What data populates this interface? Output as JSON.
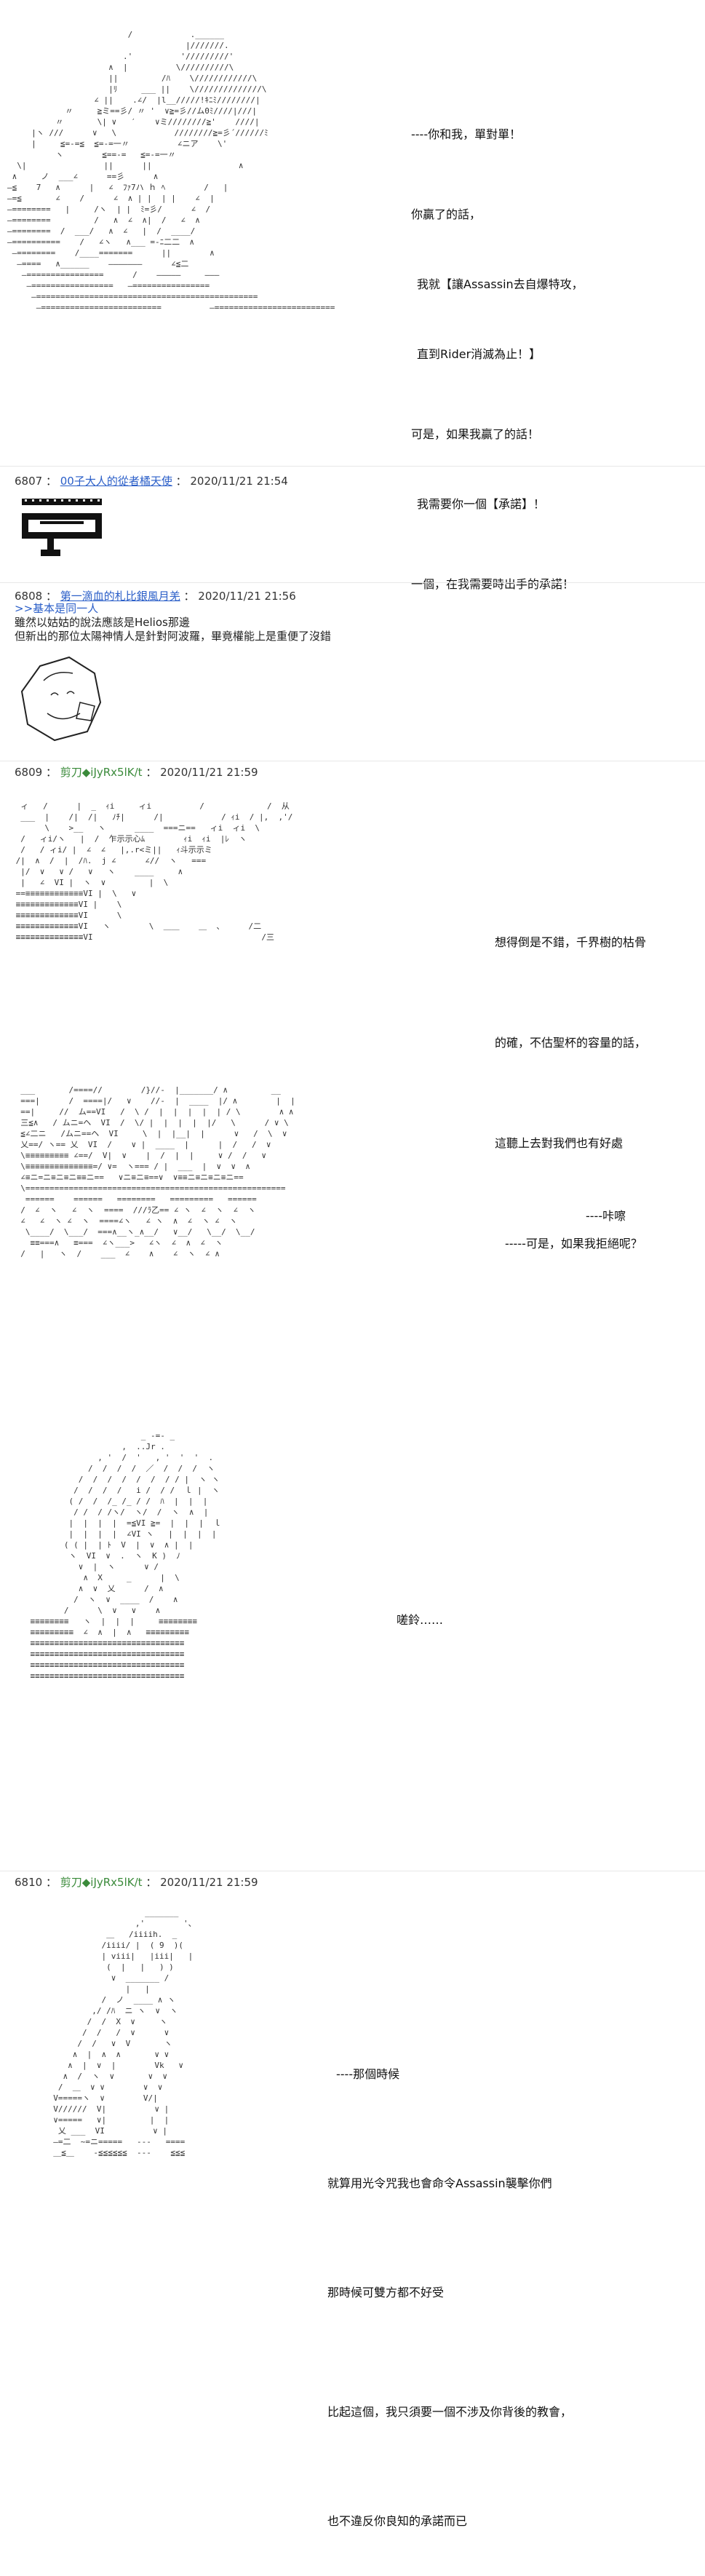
{
  "page1": {
    "dialog": [
      "----你和我，單對單！",
      "你贏了的話，",
      "我就【讓Assassin去自爆特攻，",
      "直到Rider消滅為止！】",
      "可是，如果我贏了的話！",
      "我需要你一個【承諾】！",
      "一個，在我需要時出手的承諾！"
    ]
  },
  "posts": [
    {
      "num": "6807",
      "name": "00子大人的從者橘天使",
      "trip": "",
      "date": "2020/11/21 21:54",
      "body": []
    },
    {
      "num": "6808",
      "name": "第一滴血的札比銀風月羌",
      "trip": "",
      "date": "2020/11/21 21:56",
      "body": [
        ">>基本是同一人",
        "雖然以姑姑的說法應該是Helios那邊",
        "但新出的那位太陽神情人是針對阿波羅，畢竟權能上是重便了沒錯"
      ]
    },
    {
      "num": "6809",
      "name": "剪刀",
      "trip": "◆iJyRx5lK/t",
      "date": "2020/11/21 21:59",
      "body": []
    },
    {
      "num": "6810",
      "name": "剪刀",
      "trip": "◆iJyRx5lK/t",
      "date": "2020/11/21 21:59",
      "body": []
    }
  ],
  "post6809": {
    "dialog": [
      "想得倒是不錯，千界樹的枯骨",
      "的確，不估聖杯的容量的話，",
      "這聽上去對我們也有好處",
      "-----可是，如果我拒絕呢？"
    ],
    "sfx": "----咔嚓",
    "sigh": "嗟鈴……"
  },
  "post6810": {
    "dialog": [
      "----那個時候",
      "就算用光令咒我也會命令Assassin襲擊你們",
      "那時候可雙方都不好受",
      "比起這個，我只須要一個不涉及你背後的教會，",
      "也不違反你良知的承諾而已"
    ]
  },
  "ascii": {
    "a1": "                         /            .______\n                                     |///////.\n                        .'          '/////////'\n                     ∧  |          \\//////////\\\n                     ||         /ﾊ    \\////////////\\\n                     |ﾘ     ___ ||    \\//////////////\\\n                  ∠ ||    .∠/  |l__/////!ｷﾆﾐ////////|\n            〃     ≧ミ==彡/ 〃 '  ∨≧=彡//ム0ﾐ////|///|\n          〃       \\| ∨   ′    ∨ミ////////≧'    ////|\n     |ヽ ///      ∨   \\            ////////≧=彡´//////ﾐ\n     |     ≦=-=≦  ≦=-=一〃          ∠ニア    \\'\n          ヽ        ≦==-=   ≦=-=一〃\n  \\|                ||      ||                  ∧\n ∧     ノ  ___∠      ==彡      ∧\n―≦    7   ∧      |   ∠  ﾌｧ7ハ ｈ ﾍ        /   |\n―=≦       ∠    /      ∠  ∧ | |  | |    ∠  |\n―========   |     /ヽ  | |  ﾐ=彡/      ∠  /\n―========         /   ∧  ∠  ∧|  /   ∠  ∧\n―========  /  ___/   ∧  ∠   |  /  ____/\n―==========    /   ∠ヽ   ∧___ =-ﾆ二二  ∧\n ―========    /____=======      ||        ∧\n  ―====   ∧______    ―――――――      ∠≦二\n   ―================      /    ―――――     ―――\n    ―=================   ―================\n     ―==============================================\n      ―=========================          ―=========================",
    "a2": "  ィ   /      |  _  ｨi     ィi          /             /  从\n  ___  |    /|  /|   ﾉﾁ|      /|            / ｨi  / |,  ,'/\n       \\    >__   ヽ      ____  ===ニ==   ィi  ィi  \\\n  /   ィi/ヽ   |  /  乍示示心ﾑ        ｨi  ｨi  |ﾚ  ヽ\n  /   / ィi/ |  ∠  ∠   |,.r<ミ||   ｨ斗示示ミ\n /|  ∧  /  |  /ﾊ.  j ∠      ∠//  ヽ   ===\n  |/  ∨   ∨ /   ∨   ヽ    ____     ∧\n  |   ∠  VI |  ヽ  ∨         |  \\\n ==≡≡≡≡≡≡≡≡≡≡≡≡VI |  \\   ∨\n ≡≡≡≡≡≡≡≡≡≡≡≡≡VI |    \\\n ≡≡≡≡≡≡≡≡≡≡≡≡≡VI      \\\n ≡≡≡≡≡≡≡≡≡≡≡≡≡VI   ヽ        \\  ＿＿    ＿  、     /二\n ≡≡≡≡≡≡≡≡≡≡≡≡≡≡VI                                   /三",
    "a3": "  ___       /====//        /}//-  |_______/ ∧         __\n  ===|      /  ====|/   ∨    //-  |  ____  |/ ∧        |  |\n  ==|     //  ム==VI   /  \\ /  |  |  |  |  | / \\        ∧ ∧\n  三≦∧   / ムニ=ヘ  VI  /  \\/ |  |  |  |  |/   \\      / ∨ \\\n  ≦∠二ニ   /ムニ==ヘ  VI     \\  |  |__|  |      ∨   /  \\  ∨\n  乂==/ ヽ== 乂  VI  /    ∨ |  ____  |      |  /   /  ∨\n  \\≡≡≡≡≡≡≡≡≡ ∠==/  V|  ∨    |  /  |  |     ∨ /  /   ∨\n  \\≡≡≡≡≡≡≡≡≡≡≡≡≡≡=/ ∨=  ヽ=== / |  ___  |  ∨  ∨  ∧\n  ∠≡ニ=ニ≡ニ≡ニ≡≡ニ==   ∨ニ≡ニ≡==∨  ∨≡≡ニ≡ニ≡ニ≡ニ==\n  \\======================================================\n   ======    ======   ========   =========   ======\n  /  ∠  ヽ   ∠  ヽ  ====  ///ﾗ乙== ∠ ヽ  ∠  ヽ  ∠  ヽ\n  ∠   ∠  ヽ ∠  ヽ  ====∠ヽ   ∠ ヽ  ∧  ∠  ヽ ∠  ヽ\n   \\____/  \\___/  ===∧__ヽ_∧__/   ∨__/   \\__/  \\__/\n    ≡≡===∧   ≡===  ∠ヽ___>   ∠ヽ  ∠  ∧  ∠  ヽ\n  /   |   ヽ  /    ___  ∠    ∧    ∠  ヽ  ∠ ∧",
    "a4": "                           _ -=- _\n                       ,  ..Jr .\n                  , '  /  '   , '  '  '  .\n                /  /  /  /  ／  /  /  /  ヽ\n              /  /  /  /  /  /  / / |  ヽ ヽ\n             /  /  /  /   i /  / /  ｌ |  ヽ\n            ( /  /  /_ /_ / /  ﾊ  |  |  |\n             / /  / /ヽ/  ヽ/  /  ヽ  ∧  |\n            |  |  |  |  =≦VI ≧=  |  |  |  ｌ\n            |  |  |  |  ∠VI ヽ   |  |  |  |\n           ( ( |  | ﾄ  V  |  ∨  ∧ |  |\n            ヽ  VI  ∨  .  ヽ  K )  ﾉ\n              ∨  |  ヽ      ∨ /\n               ∧  X     _      |  \\\n              ∧  ∨  乂      /  ∧\n             /  ヽ  ∨  ____  /    ∧\n           /      \\  ∨   ∨    ∧\n    ≡≡≡≡≡≡≡≡   ヽ  |  |  |     ≡≡≡≡≡≡≡≡\n    ≡≡≡≡≡≡≡≡≡  ∠  ∧  |  ∧   ≡≡≡≡≡≡≡≡≡\n    ≡≡≡≡≡≡≡≡≡≡≡≡≡≡≡≡≡≡≡≡≡≡≡≡≡≡≡≡≡≡≡≡\n    ≡≡≡≡≡≡≡≡≡≡≡≡≡≡≡≡≡≡≡≡≡≡≡≡≡≡≡≡≡≡≡≡\n    ≡≡≡≡≡≡≡≡≡≡≡≡≡≡≡≡≡≡≡≡≡≡≡≡≡≡≡≡≡≡≡≡\n    ≡≡≡≡≡≡≡≡≡≡≡≡≡≡≡≡≡≡≡≡≡≡≡≡≡≡≡≡≡≡≡≡",
    "a5": "                     _______\n                   ,'        '、\n             ＿   /iiiih.  _\n            /iiii/ |  ( 9  )(\n            | viii|   |iii|   |\n             (  |   |   ) )\n              ∨  _______ /\n                 |   |\n            /  ノ  ____ ∧ ヽ\n          ,/ /ﾊ  ニ ヽ  ∨  ヽ\n         /  /  X  ∨     ヽ\n        /  /   /  ∨      ∨\n       /  /   ∨  V       ヽ\n      ∧  |  ∧  ∧       ∨ ∨\n     ∧  |  ∨  |        Vk   ∨\n    ∧  /  ヽ  ∨       ∨  ∨\n   /  ＿  ∨ ∨        ∨  ∨\n  V=====ヽ  ∨        V/|\n  V//////  V|          ∨ |\n  ∨=====   ∨|         |  |\n   乂 ___  VI          ∨ |\n  ―=二  ~=ニ=====   ---   ====\n  ＿≦＿    -≦≦≦≦≦≦  ---    ≦≦≦"
  }
}
